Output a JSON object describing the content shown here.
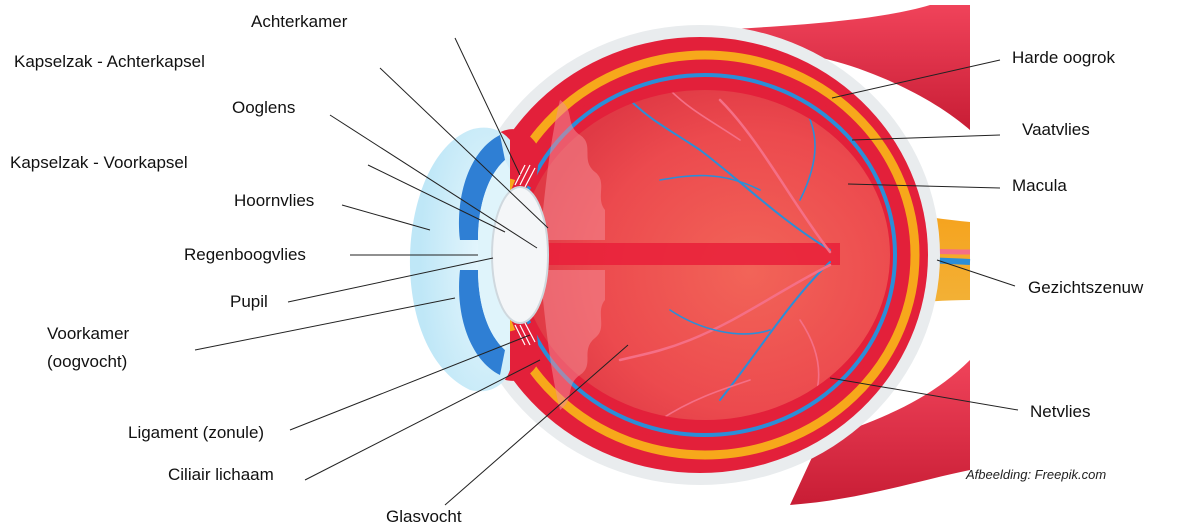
{
  "labels": {
    "achterkamer": "Achterkamer",
    "kapselzak_achterkapsel": "Kapselzak - Achterkapsel",
    "ooglens": "Ooglens",
    "kapselzak_voorkapsel": "Kapselzak - Voorkapsel",
    "hoornvlies": "Hoornvlies",
    "regenboogvlies": "Regenboogvlies",
    "pupil": "Pupil",
    "voorkamer_line1": "Voorkamer",
    "voorkamer_line2": "(oogvocht)",
    "ligament": "Ligament (zonule)",
    "ciliair_lichaam": "Ciliair lichaam",
    "glasvocht": "Glasvocht",
    "harde_oogrok": "Harde oogrok",
    "vaatvlies": "Vaatvlies",
    "macula": "Macula",
    "gezichtszenuw": "Gezichtszenuw",
    "netvlies": "Netvlies"
  },
  "credit": "Afbeelding: Freepik.com",
  "colors": {
    "sclera": "#e9ecee",
    "choroid": "#e3203a",
    "retina_yellow": "#f7a81b",
    "vitreous": "#ee4b4f",
    "vessel_blue": "#2b8ed8",
    "vessel_pink": "#f56f86",
    "cornea": "#cfeefa",
    "iris": "#2f7fd4",
    "lens": "#f4f6f8",
    "muscle": "#e3233e"
  }
}
